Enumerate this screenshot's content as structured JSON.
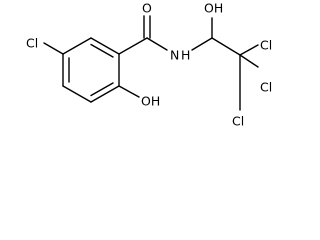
{
  "diagram": {
    "type": "chemical-structure",
    "atom_labels": {
      "chlorine_aromatic": "Cl",
      "carbonyl_oxygen": "O",
      "amide_nitrogen": "N",
      "amide_hydrogen": "H",
      "hydroxyl_top": "OH",
      "chlorine_1": "Cl",
      "chlorine_2": "Cl",
      "chlorine_3": "Cl",
      "hydroxyl_phenol": "OH"
    }
  }
}
